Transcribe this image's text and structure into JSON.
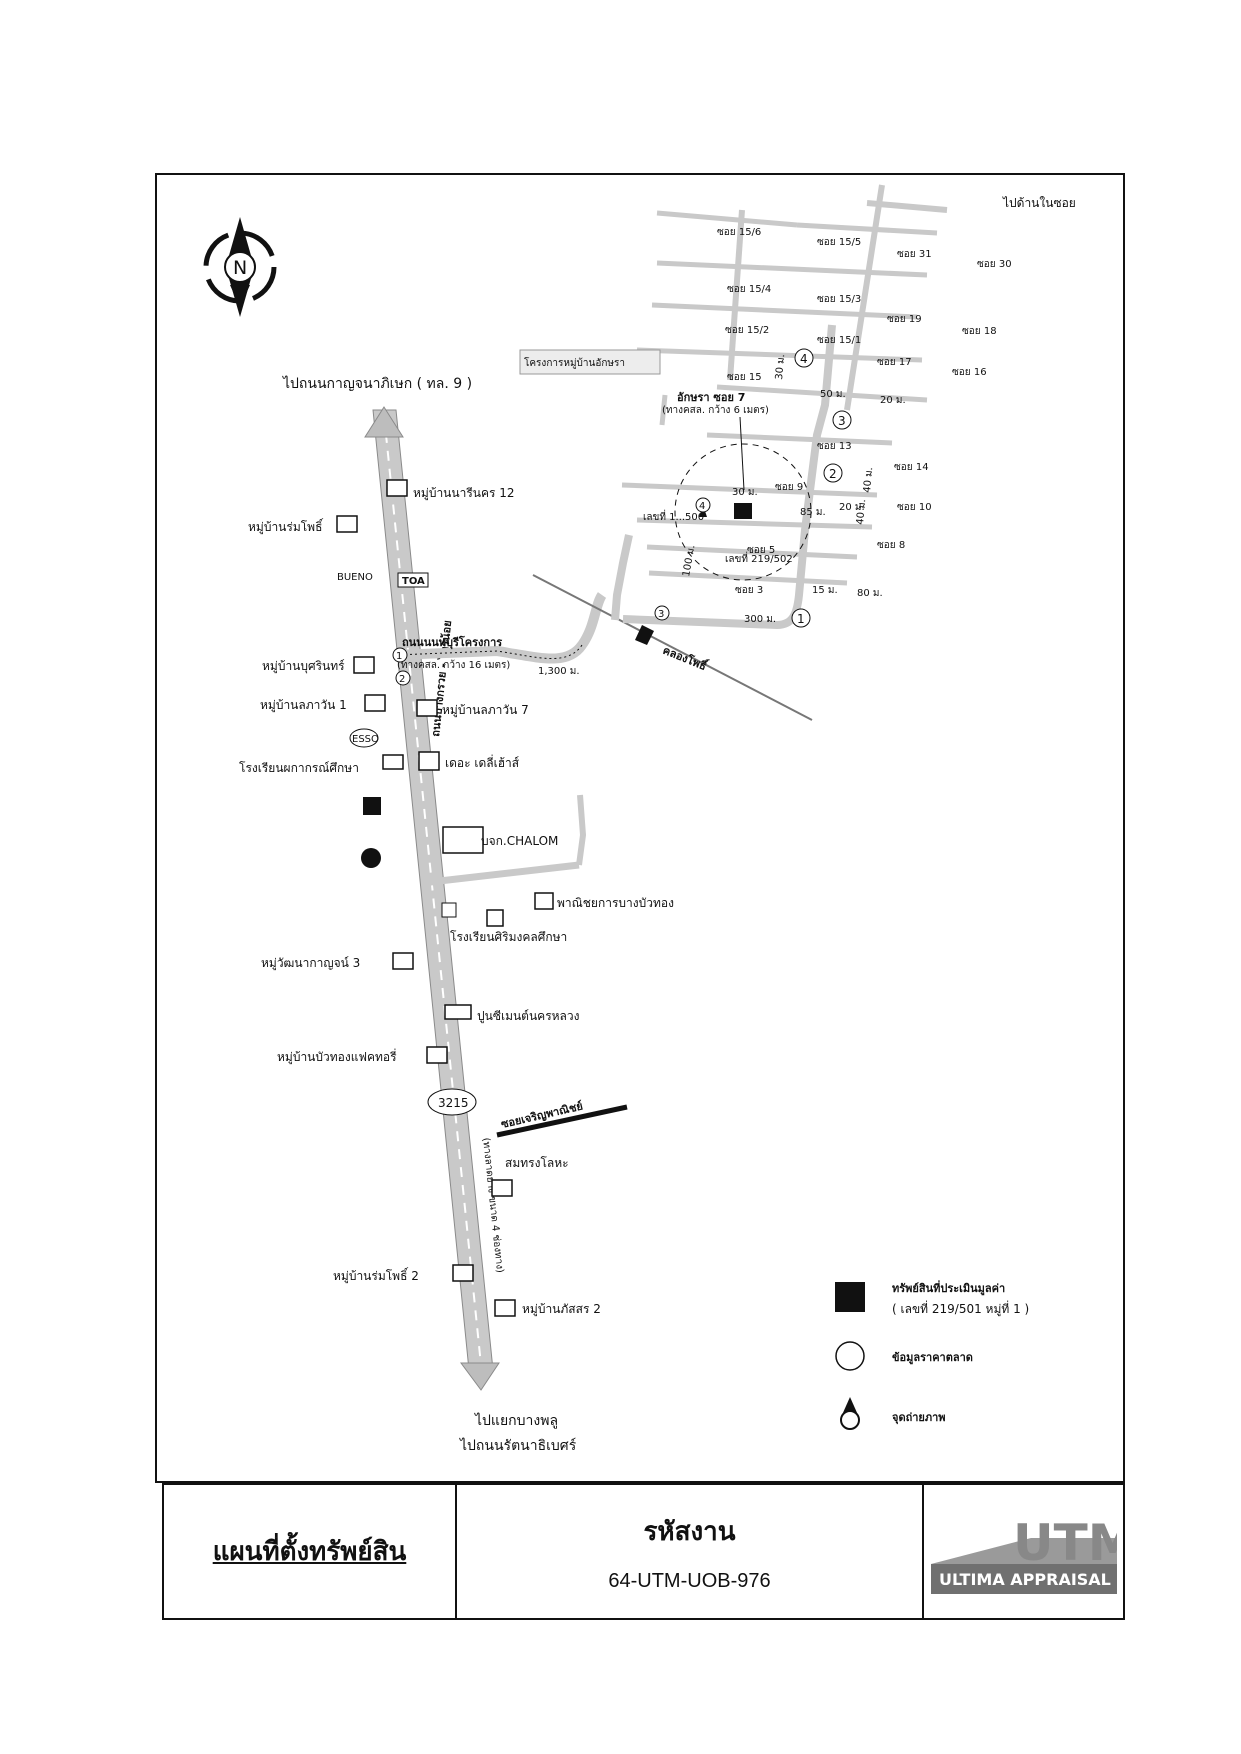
{
  "north": {
    "letter": "N"
  },
  "directions": {
    "top_left": "ไปถนนกาญจนาภิเษก ( ทล. 9 )",
    "top_right": "ไปด้านในซอย",
    "bottom_1": "ไปแยกบางพลู",
    "bottom_2": "ไปถนนรัตนาธิเบศร์"
  },
  "project": "โครงการหมู่บ้านอักษรา",
  "roads": {
    "main_upper": "ถนนบางกรวย - ไทรน้อย",
    "main_lower": "(ทางลาดยาง ขนาด 4 ช่องทาง)",
    "route_no": "3215",
    "side_road": "ถนนนนทบุรีโครงการ",
    "side_road_note": "(ทางคสล. กว้าง 16 เมตร)",
    "side_distance": "1,300 ม.",
    "canal": "คลองโพธิ์",
    "soi_road": "ซอยเจริญพาณิชย์",
    "aksara_soi": "อักษรา ซอย 7",
    "aksara_note": "(ทางคสล. กว้าง 6 เมตร)"
  },
  "sois": [
    "ซอย 15/6",
    "ซอย 15/5",
    "ซอย 31",
    "ซอย 30",
    "ซอย 15/4",
    "ซอย 15/3",
    "ซอย 19",
    "ซอย 18",
    "ซอย 15/2",
    "ซอย 15/1",
    "ซอย 17",
    "ซอย 16",
    "ซอย 15",
    "ซอย 13",
    "ซอย 14",
    "ซอย 9",
    "ซอย 10",
    "ซอย 8",
    "ซอย 5",
    "ซอย 3"
  ],
  "distances": {
    "d30": "30 ม.",
    "d50": "50 ม.",
    "d20a": "20 ม.",
    "d40a": "40 ม.",
    "d20b": "20 ม.",
    "d85": "85 ม.",
    "d40b": "40 ม.",
    "d30b": "30 ม.",
    "d100": "100 ม.",
    "d15": "15 ม.",
    "d80": "80 ม.",
    "d300": "300 ม."
  },
  "house_numbers": {
    "left": "เลขที่ 1...500",
    "right": "เลขที่ 219/502"
  },
  "landmarks": {
    "l1": "หมู่บ้านนารีนคร 12",
    "l2": "หมู่บ้านร่มโพธิ์",
    "l3": "หมู่บ้านบุศรินทร์",
    "l4": "หมู่บ้านลภาวัน 1",
    "l5": "หมู่บ้านลภาวัน 7",
    "l6": "โรงเรียนผกากรณ์ศึกษา",
    "l7": "เดอะ เดลี่เฮ้าส์",
    "l8": "บจก.CHALOM",
    "l9": "พาณิชยการบางบัวทอง",
    "l10": "โรงเรียนศิริมงคลศึกษา",
    "l11": "หมู่วัฒนากาญจน์ 3",
    "l12": "ปูนซีเมนต์นครหลวง",
    "l13": "หมู่บ้านบัวทองแฟคทอรี่",
    "l14": "สมทรงโลหะ",
    "l15": "หมู่บ้านร่มโพธิ์ 2",
    "l16": "หมู่บ้านภัสสร 2"
  },
  "brands": {
    "toa": "TOA",
    "esso": "ESSO",
    "bueno": "BUENO"
  },
  "markers": [
    "1",
    "2",
    "3",
    "4"
  ],
  "legend": {
    "subject": "ทรัพย์สินที่ประเมินมูลค่า",
    "subject_note": "( เลขที่ 219/501 หมู่ที่ 1 )",
    "market": "ข้อมูลราคาตลาด",
    "photo": "จุดถ่ายภาพ"
  },
  "footer": {
    "title": "แผนที่ตั้งทรัพย์สิน",
    "code_label": "รหัสงาน",
    "code_value": "64-UTM-UOB-976",
    "logo_text": "UTM",
    "logo_sub": "ULTIMA APPRAISAL"
  },
  "colors": {
    "road": "#c9c9c9",
    "road_edge": "#8a8a8a",
    "ink": "#111111",
    "subject": "#111111"
  }
}
